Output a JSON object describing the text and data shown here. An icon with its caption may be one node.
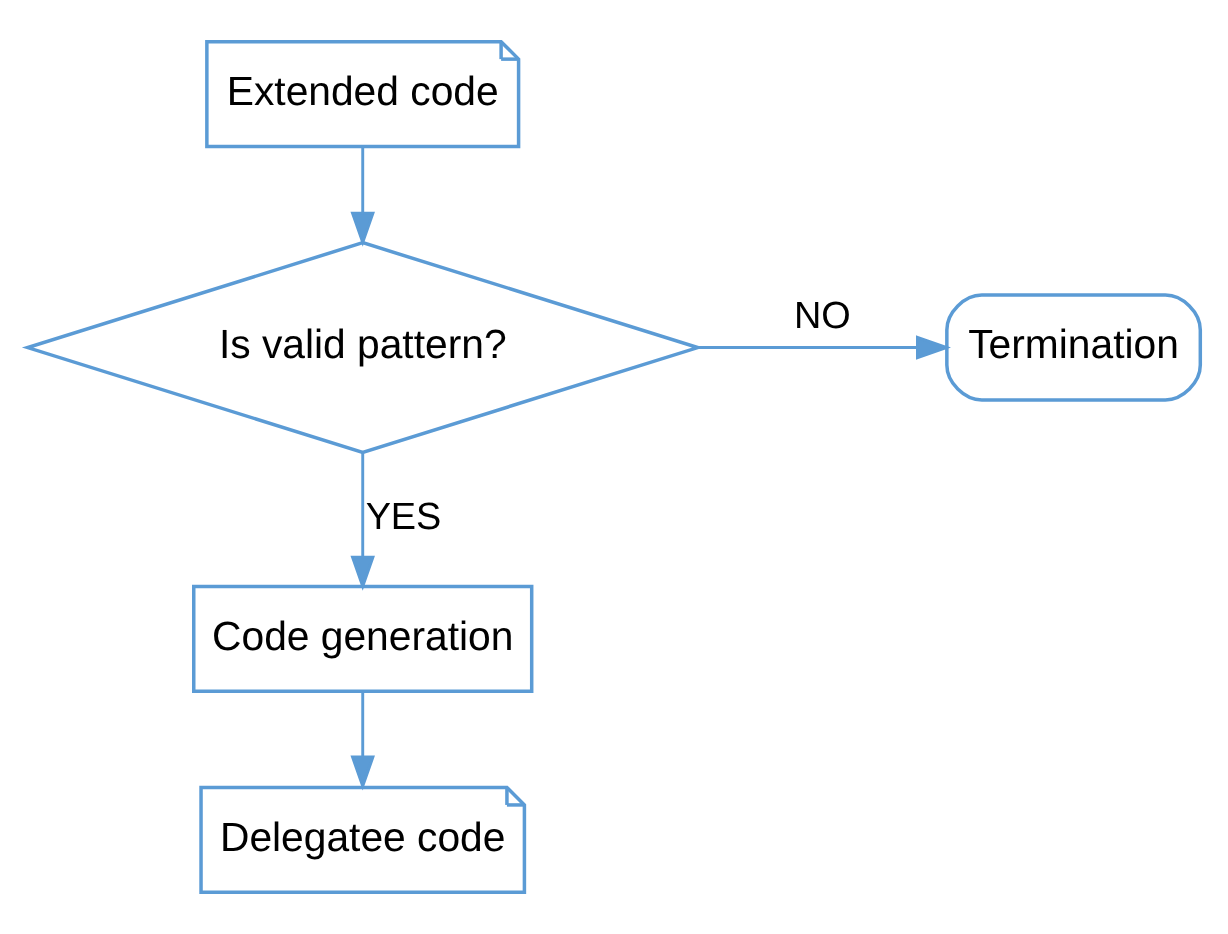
{
  "diagram": {
    "nodes": [
      {
        "text": [
          "Extended code"
        ]
      },
      {
        "text": [
          "Is valid pattern?"
        ]
      },
      {
        "text": [
          "Termination"
        ]
      },
      {
        "text": [
          "Code generation"
        ]
      },
      {
        "text": [
          "Delegatee code"
        ]
      }
    ],
    "edges": [
      {
        "from": 0,
        "to": 1,
        "arrow": "to"
      },
      {
        "from": 1,
        "to": 2,
        "arrow": "to",
        "label": "NO"
      },
      {
        "from": 1,
        "to": 3,
        "arrow": "to",
        "label": "YES"
      },
      {
        "from": 3,
        "to": 4,
        "arrow": "to"
      }
    ]
  }
}
